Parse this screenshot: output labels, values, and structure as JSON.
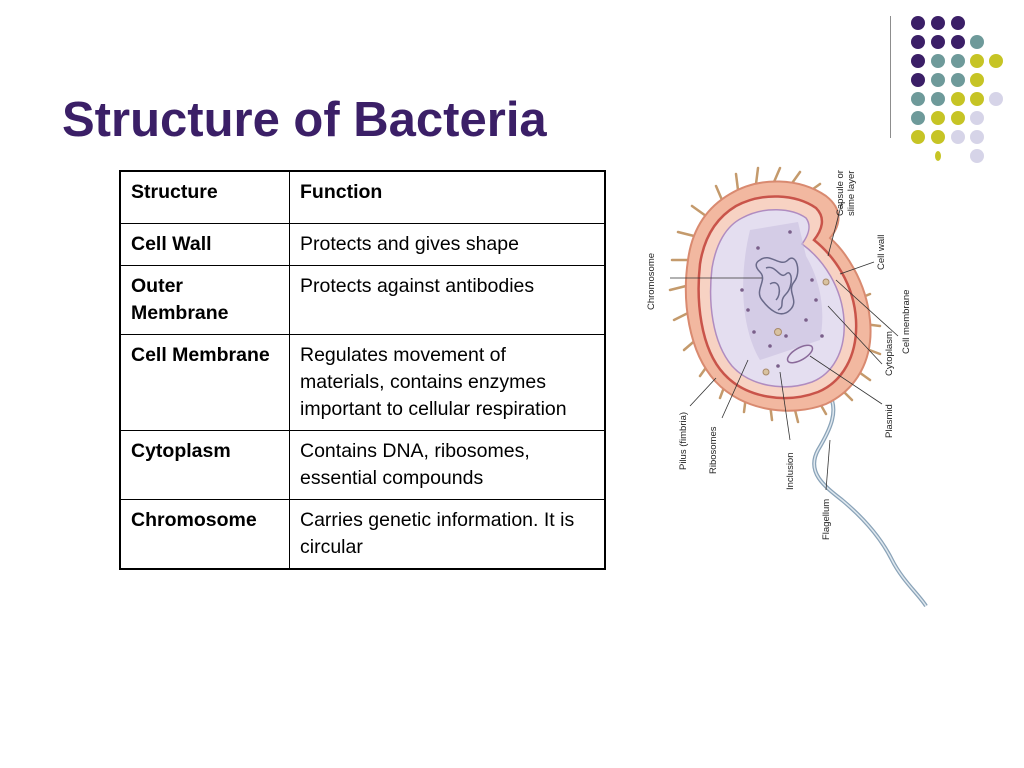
{
  "slide": {
    "title": "Structure of Bacteria",
    "colors": {
      "purple": "#3b1f67",
      "teal": "#6e9a9a",
      "olive": "#c6c425",
      "lavender": "#d6d4e8"
    }
  },
  "table": {
    "headers": {
      "structure": "Structure",
      "function": "Function"
    },
    "rows": [
      {
        "structure": "Cell Wall",
        "function": "Protects and gives shape"
      },
      {
        "structure": "Outer Membrane",
        "function": "Protects against antibodies"
      },
      {
        "structure": "Cell Membrane",
        "function": "Regulates movement of materials, contains enzymes important to cellular respiration"
      },
      {
        "structure": "Cytoplasm",
        "function": "Contains DNA, ribosomes, essential compounds"
      },
      {
        "structure": "Chromosome",
        "function": "Carries genetic information. It is circular"
      }
    ]
  },
  "diagram": {
    "labels": {
      "chromosome": "Chromosome",
      "capsule_line1": "Capsule or",
      "capsule_line2": "slime layer",
      "cell_wall": "Cell wall",
      "cell_membrane": "Cell membrane",
      "cytoplasm": "Cytoplasm",
      "plasmid": "Plasmid",
      "pilus": "Pilus (fimbria)",
      "ribosomes": "Ribosomes",
      "inclusion": "Inclusion",
      "flagellum": "Flagellum"
    }
  }
}
